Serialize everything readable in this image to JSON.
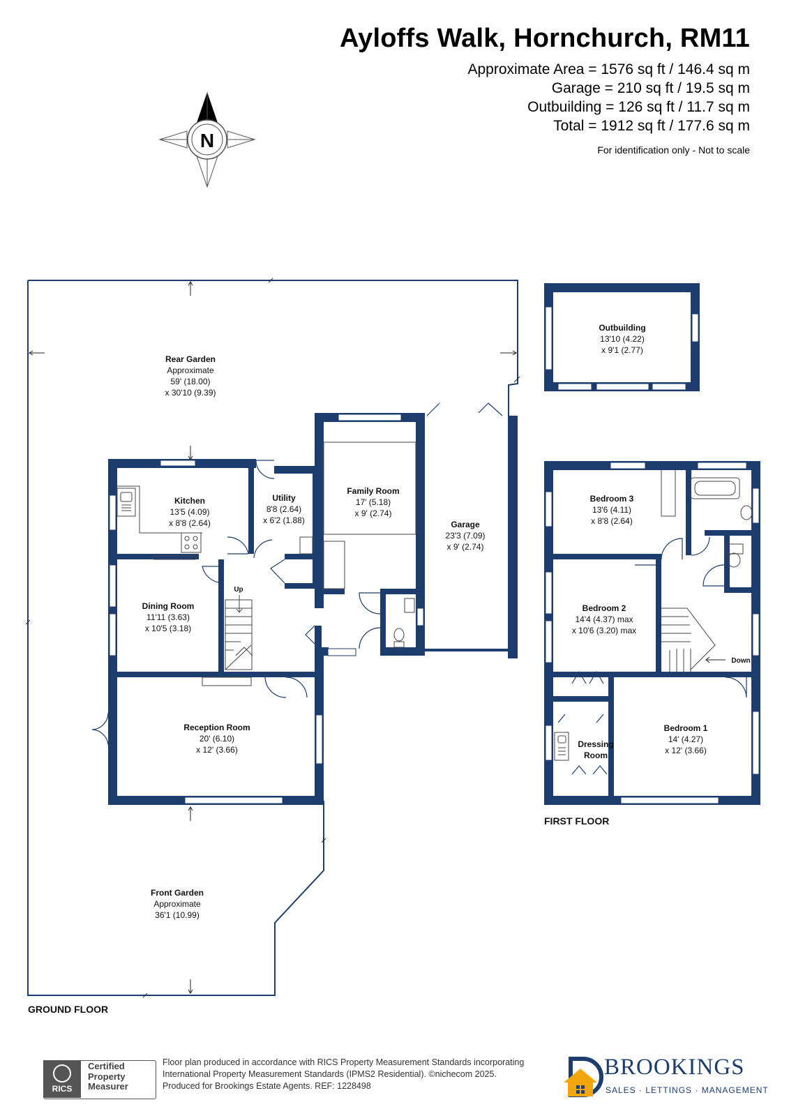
{
  "header": {
    "title": "Ayloffs Walk, Hornchurch, RM11",
    "area_lines": [
      "Approximate Area = 1576 sq ft / 146.4 sq m",
      "Garage = 210 sq ft / 19.5 sq m",
      "Outbuilding = 126 sq ft / 11.7 sq m",
      "Total = 1912 sq ft / 177.6 sq m"
    ],
    "note": "For identification only - Not to scale"
  },
  "compass": {
    "label": "N"
  },
  "colors": {
    "wall": "#1c3d6e",
    "text": "#111111",
    "brand": "#1c3d6e",
    "accent": "#f2a60c"
  },
  "rooms": {
    "rear_garden": {
      "name": "Rear Garden",
      "lines": [
        "Approximate",
        "59' (18.00)",
        "x 30'10 (9.39)"
      ]
    },
    "outbuilding": {
      "name": "Outbuilding",
      "lines": [
        "13'10 (4.22)",
        "x 9'1 (2.77)"
      ]
    },
    "kitchen": {
      "name": "Kitchen",
      "lines": [
        "13'5 (4.09)",
        "x 8'8 (2.64)"
      ]
    },
    "utility": {
      "name": "Utility",
      "lines": [
        "8'8 (2.64)",
        "x 6'2 (1.88)"
      ]
    },
    "family_room": {
      "name": "Family Room",
      "lines": [
        "17' (5.18)",
        "x 9' (2.74)"
      ]
    },
    "garage": {
      "name": "Garage",
      "lines": [
        "23'3 (7.09)",
        "x 9' (2.74)"
      ]
    },
    "dining_room": {
      "name": "Dining Room",
      "lines": [
        "11'11 (3.63)",
        "x 10'5 (3.18)"
      ]
    },
    "reception_room": {
      "name": "Reception Room",
      "lines": [
        "20' (6.10)",
        "x 12' (3.66)"
      ]
    },
    "front_garden": {
      "name": "Front Garden",
      "lines": [
        "Approximate",
        "36'1 (10.99)"
      ]
    },
    "bedroom_3": {
      "name": "Bedroom 3",
      "lines": [
        "13'6 (4.11)",
        "x 8'8 (2.64)"
      ]
    },
    "bedroom_2": {
      "name": "Bedroom 2",
      "lines": [
        "14'4 (4.37) max",
        "x 10'6 (3.20) max"
      ]
    },
    "bedroom_1": {
      "name": "Bedroom 1",
      "lines": [
        "14' (4.27)",
        "x 12' (3.66)"
      ]
    },
    "dressing_room": {
      "name_lines": [
        "Dressing",
        "Room"
      ]
    }
  },
  "stairs": {
    "up": "Up",
    "down": "Down"
  },
  "floors": {
    "ground": "GROUND FLOOR",
    "first": "FIRST FLOOR"
  },
  "footer": {
    "lines": [
      "Floor plan produced in accordance with RICS Property Measurement Standards incorporating",
      "International Property Measurement Standards (IPMS2 Residential).   ©nichecom 2025.",
      "Produced for Brookings Estate Agents.   REF: 1228498"
    ],
    "rics": {
      "logo": "RICS",
      "cert_lines": [
        "Certified",
        "Property",
        "Measurer"
      ]
    },
    "brand": {
      "name": "BROOKINGS",
      "tagline": "SALES · LETTINGS · MANAGEMENT"
    }
  }
}
